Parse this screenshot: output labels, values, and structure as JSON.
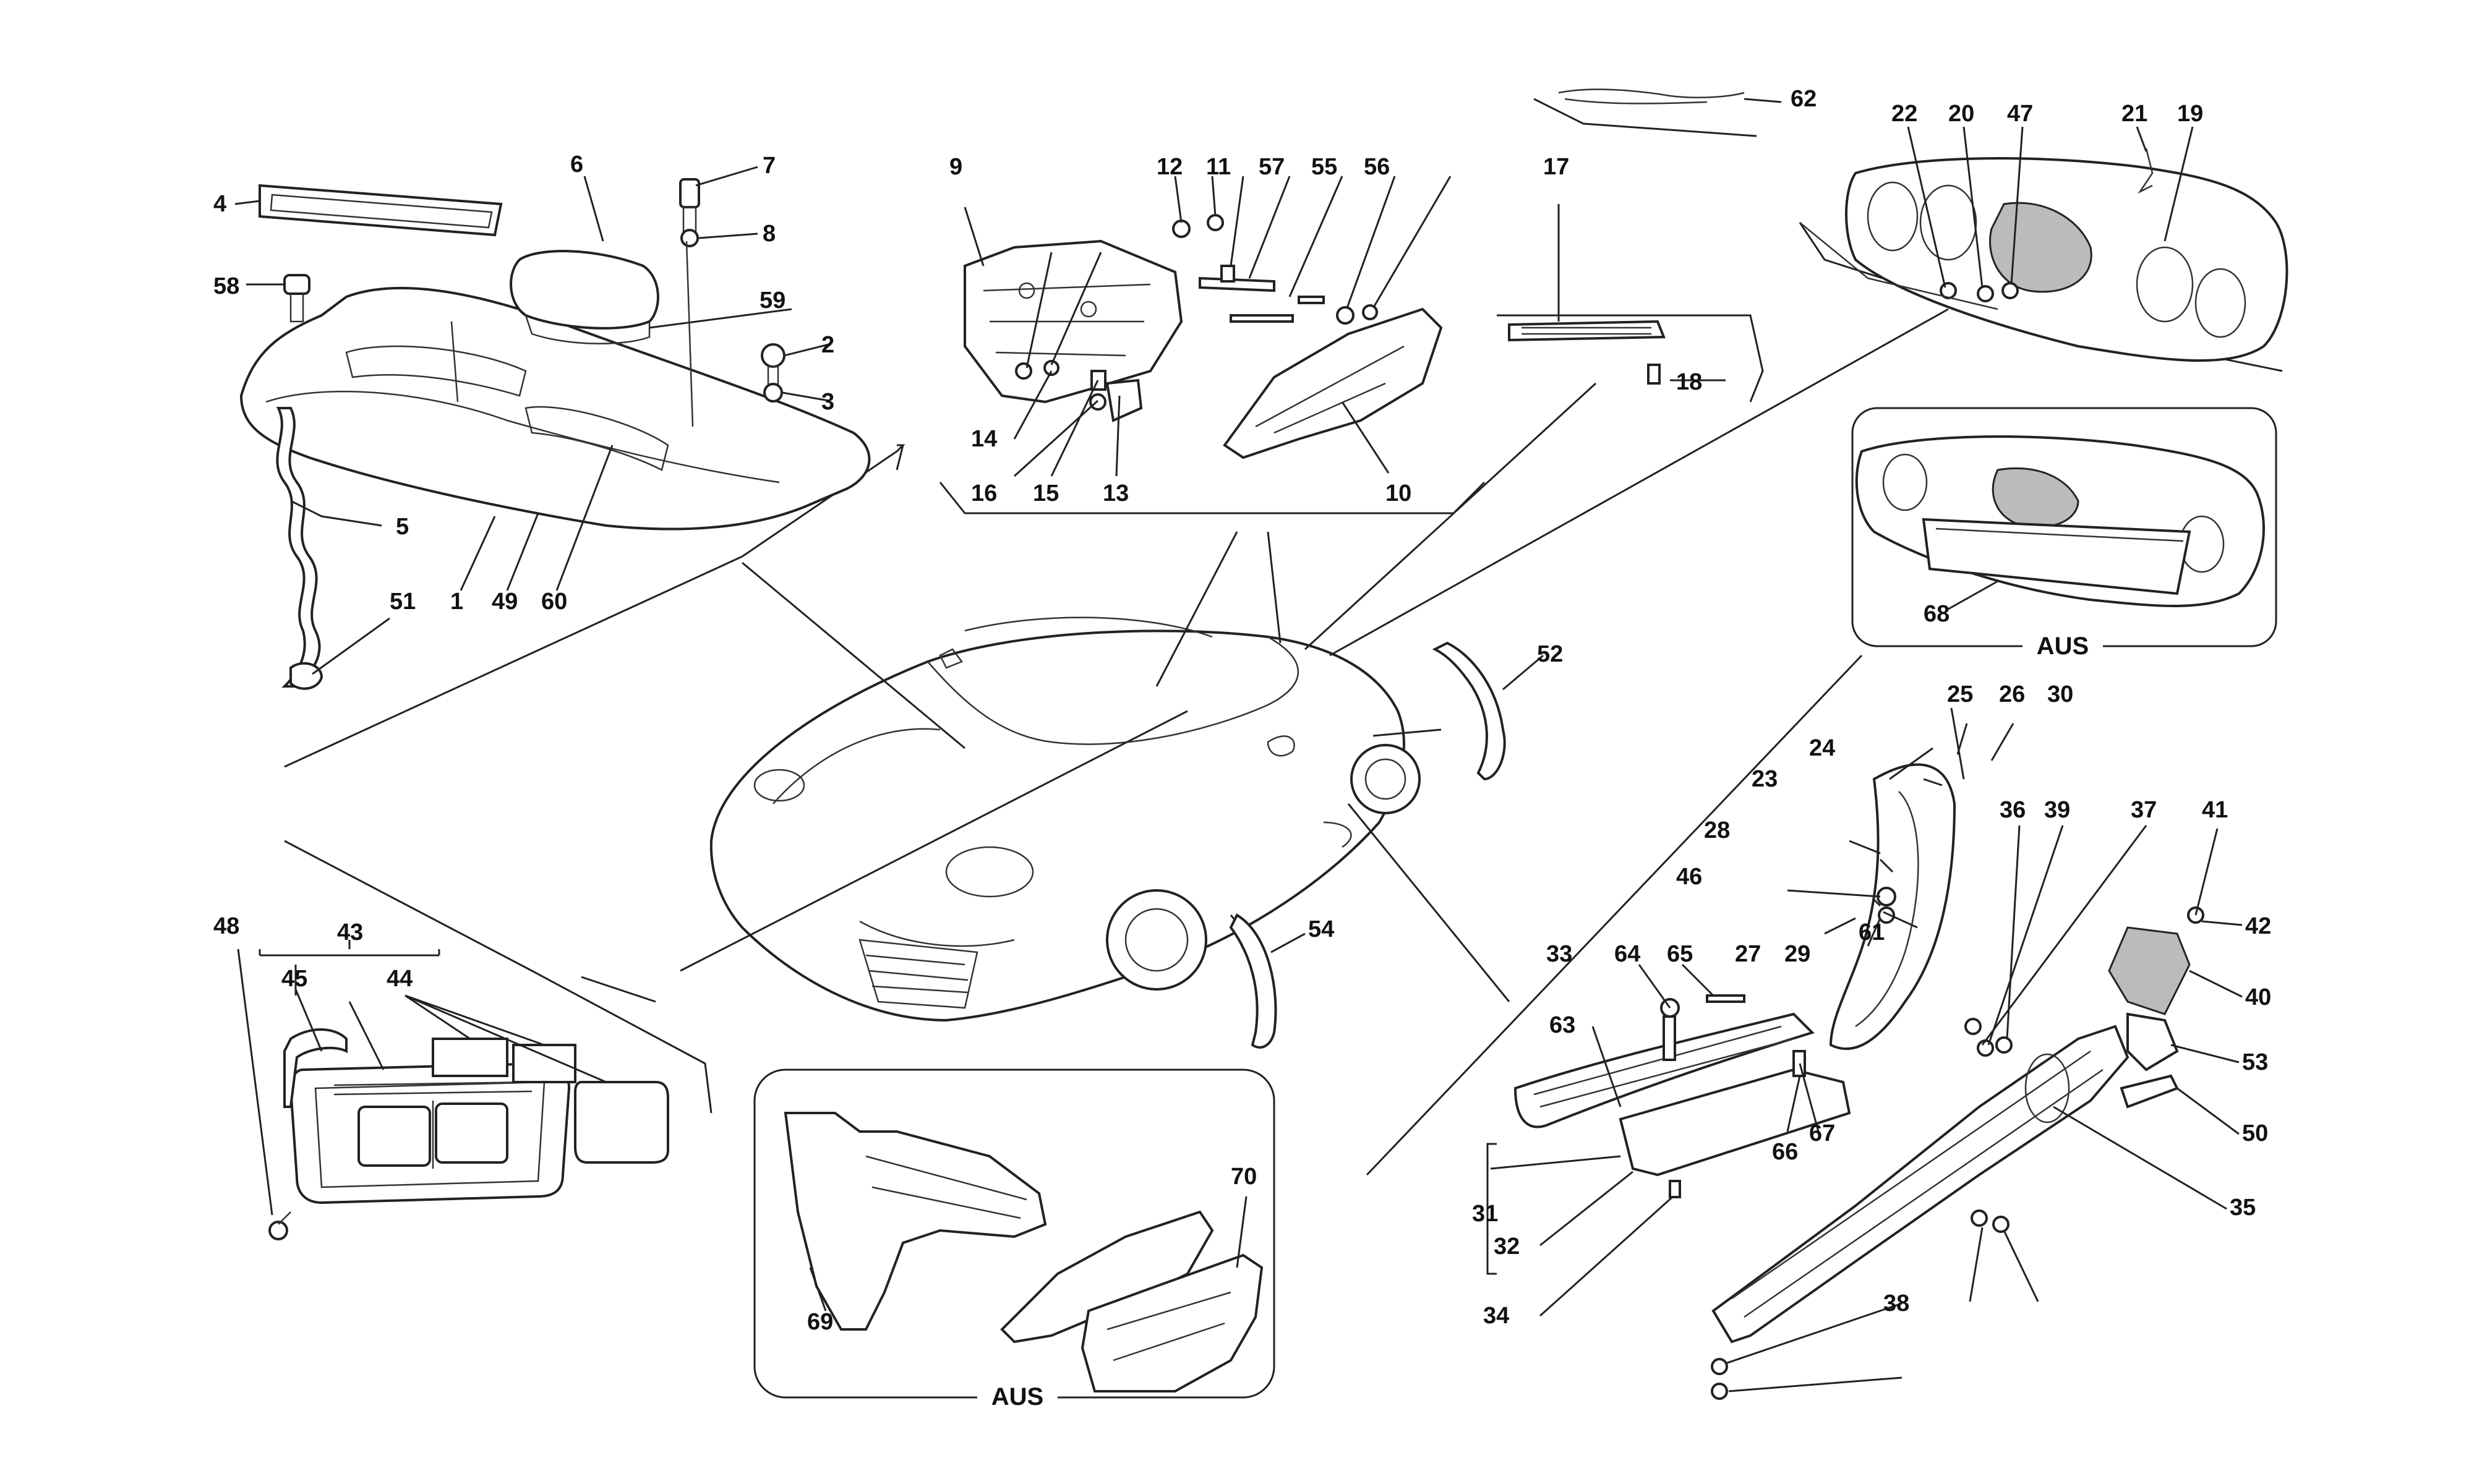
{
  "diagram": {
    "panel_label": "AUS",
    "part_numbers": [
      "1",
      "2",
      "3",
      "4",
      "5",
      "6",
      "7",
      "8",
      "9",
      "10",
      "11",
      "12",
      "13",
      "14",
      "15",
      "16",
      "17",
      "18",
      "19",
      "20",
      "21",
      "22",
      "23",
      "24",
      "25",
      "26",
      "27",
      "28",
      "29",
      "30",
      "31",
      "32",
      "33",
      "34",
      "35",
      "36",
      "37",
      "38",
      "39",
      "40",
      "41",
      "42",
      "43",
      "44",
      "45",
      "46",
      "47",
      "48",
      "49",
      "50",
      "51",
      "52",
      "53",
      "54",
      "55",
      "56",
      "57",
      "58",
      "59",
      "60",
      "61",
      "62",
      "63",
      "64",
      "65",
      "66",
      "67",
      "68",
      "69",
      "70"
    ],
    "groups": {
      "engine_cover_grille": [
        "1",
        "2",
        "3",
        "4",
        "5",
        "6",
        "7",
        "8",
        "49",
        "51",
        "58",
        "59",
        "60"
      ],
      "wheelarch_shields": [
        "9",
        "10",
        "11",
        "12",
        "13",
        "14",
        "15",
        "16",
        "55",
        "56",
        "57"
      ],
      "rear_panel_and_badges": [
        "17",
        "18",
        "19",
        "20",
        "21",
        "22",
        "47",
        "62",
        "68"
      ],
      "side_sill_and_air_intake": [
        "23",
        "24",
        "25",
        "26",
        "27",
        "28",
        "29",
        "30",
        "31",
        "32",
        "33",
        "34",
        "35",
        "36",
        "37",
        "38",
        "39",
        "40",
        "41",
        "42",
        "46",
        "50",
        "53",
        "61",
        "63",
        "64",
        "65",
        "66",
        "67"
      ],
      "front_hood_grille": [
        "43",
        "44",
        "45",
        "48"
      ],
      "rear_arch_trims": [
        "52",
        "54"
      ],
      "alternative_parts": [
        "69",
        "70"
      ]
    }
  }
}
